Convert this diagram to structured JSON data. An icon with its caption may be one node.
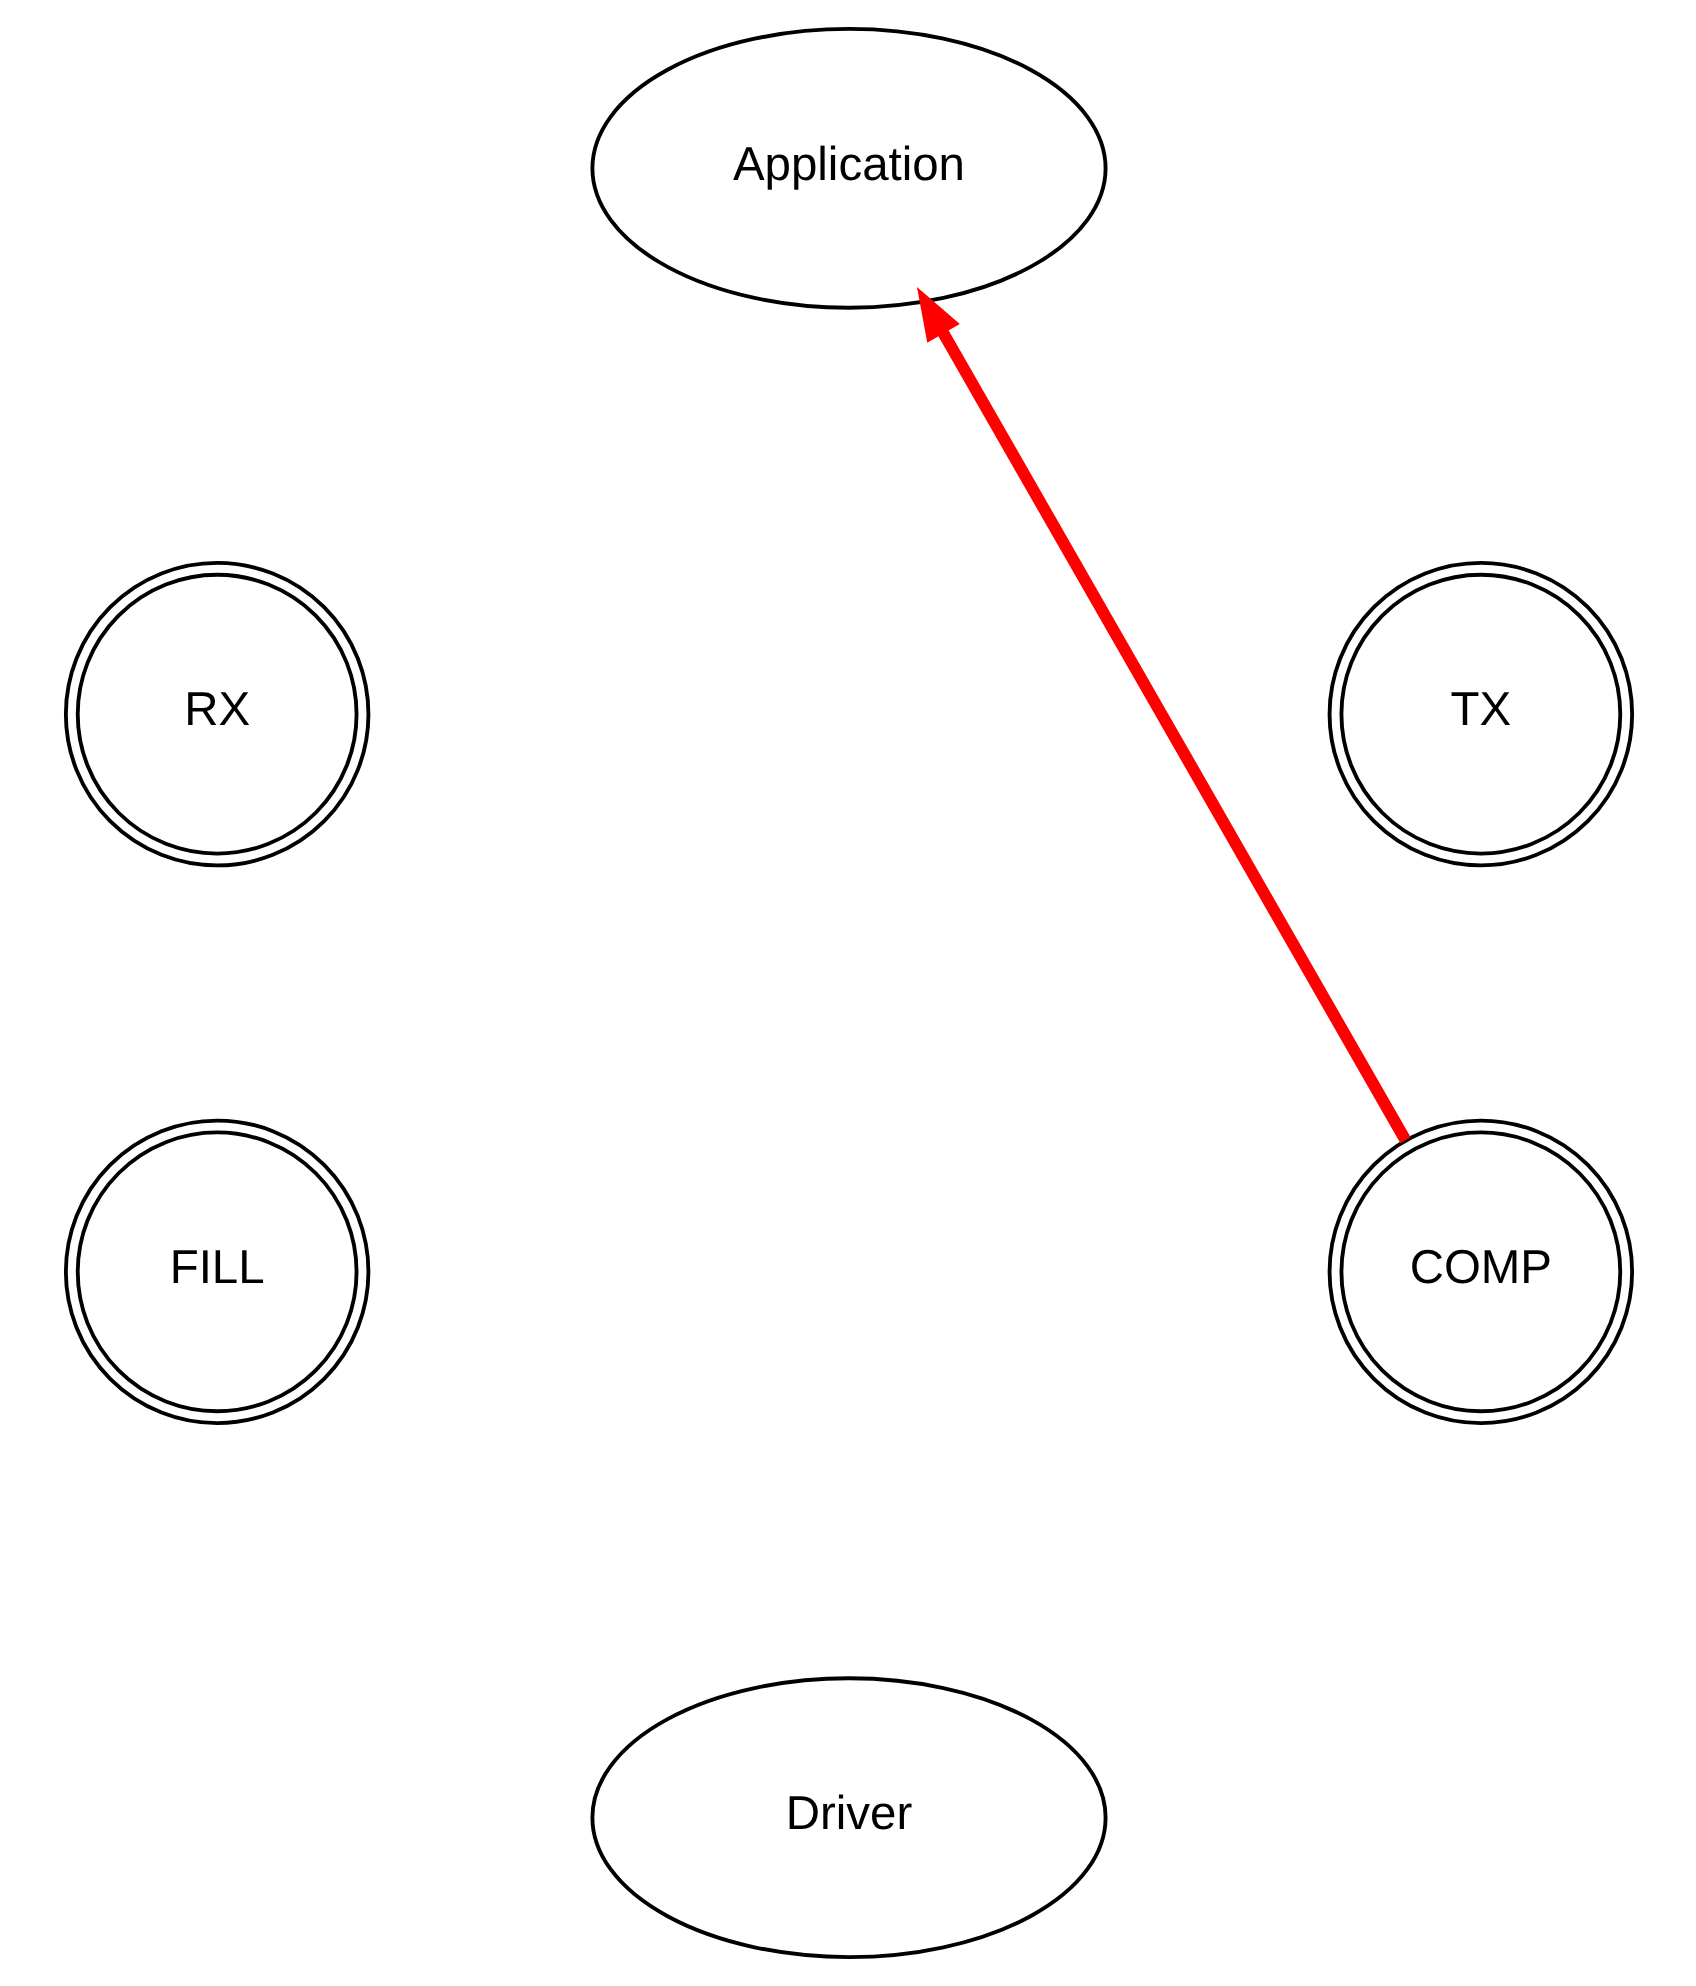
{
  "diagram": {
    "nodes": [
      {
        "text": [
          "Application"
        ]
      },
      {
        "text": [
          "RX"
        ]
      },
      {
        "text": [
          "TX"
        ]
      },
      {
        "text": [
          "FILL"
        ]
      },
      {
        "text": [
          "COMP"
        ]
      },
      {
        "text": [
          "Driver"
        ]
      }
    ],
    "edges": [
      {
        "from": 4,
        "to": 0,
        "arrow": "to",
        "color": "#ff0000"
      }
    ]
  }
}
